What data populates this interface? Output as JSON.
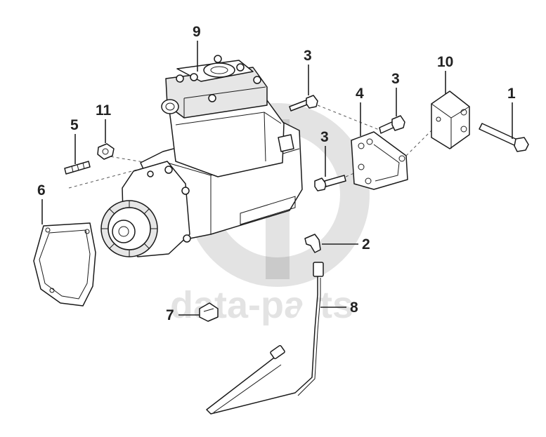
{
  "callouts": [
    {
      "id": "c1",
      "label": "1"
    },
    {
      "id": "c2",
      "label": "2"
    },
    {
      "id": "c3a",
      "label": "3"
    },
    {
      "id": "c3b",
      "label": "3"
    },
    {
      "id": "c3c",
      "label": "3"
    },
    {
      "id": "c4",
      "label": "4"
    },
    {
      "id": "c5",
      "label": "5"
    },
    {
      "id": "c6",
      "label": "6"
    },
    {
      "id": "c7",
      "label": "7"
    },
    {
      "id": "c8",
      "label": "8"
    },
    {
      "id": "c9",
      "label": "9"
    },
    {
      "id": "c10",
      "label": "10"
    },
    {
      "id": "c11",
      "label": "11"
    }
  ],
  "watermark": {
    "text": "data-parts"
  },
  "colors": {
    "line": "#1a1a1a",
    "watermark": "#000000"
  }
}
